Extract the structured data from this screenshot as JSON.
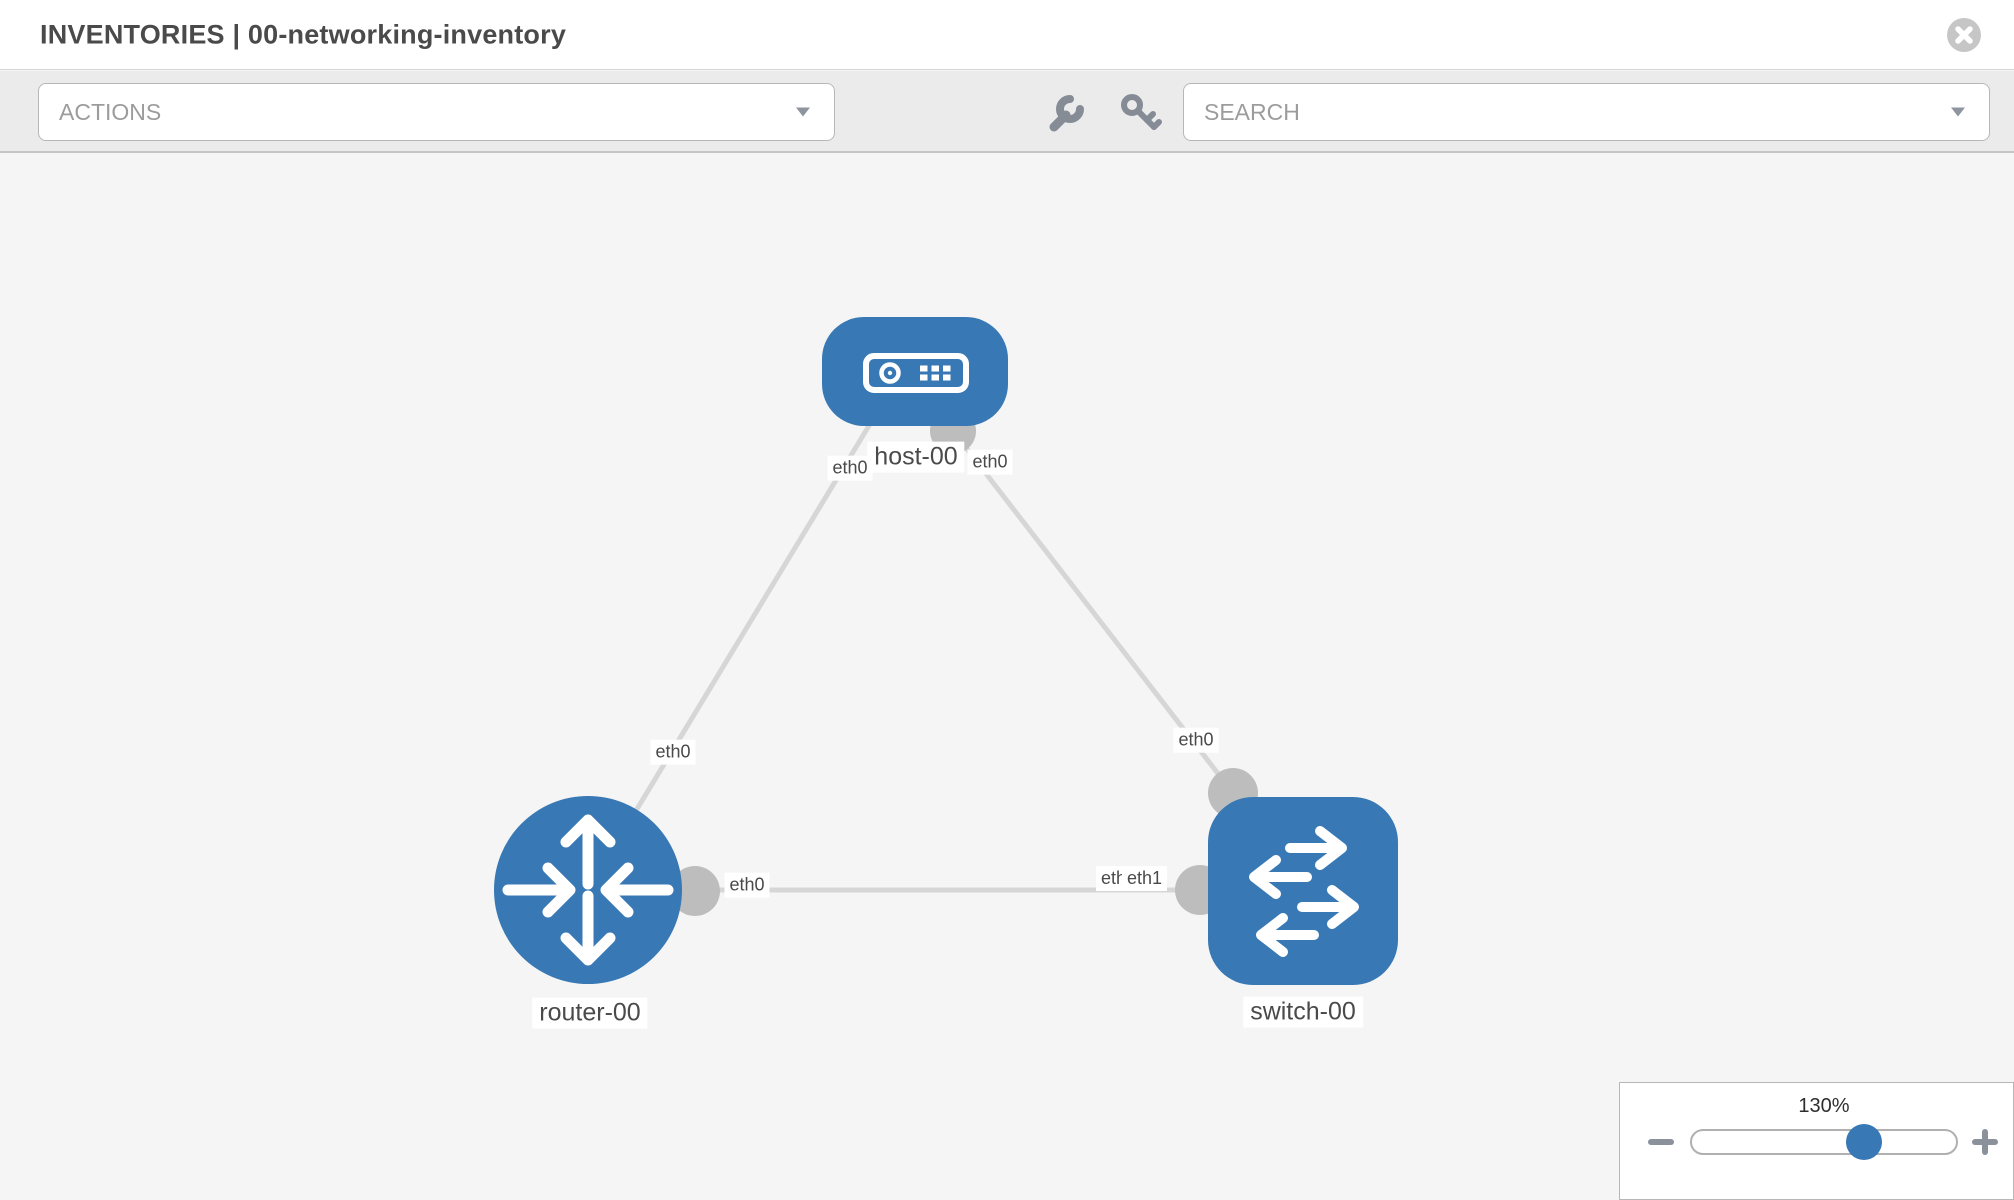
{
  "header": {
    "title": "INVENTORIES | 00-networking-inventory"
  },
  "toolbar": {
    "actions_placeholder": "ACTIONS",
    "search_placeholder": "SEARCH",
    "icons": [
      "wrench-icon",
      "key-icon"
    ]
  },
  "topology": {
    "nodes": [
      {
        "name": "host-00",
        "type": "host"
      },
      {
        "name": "router-00",
        "type": "router"
      },
      {
        "name": "switch-00",
        "type": "switch"
      }
    ],
    "links": [
      {
        "from": "host-00",
        "to": "router-00",
        "labels": [
          "eth0",
          "eth0"
        ]
      },
      {
        "from": "host-00",
        "to": "switch-00",
        "labels": [
          "eth0",
          "eth0"
        ]
      },
      {
        "from": "router-00",
        "to": "switch-00",
        "labels": [
          "eth0",
          "eth0",
          "eth1"
        ]
      }
    ]
  },
  "zoom_panel": {
    "level": "130%",
    "thumb_position_pct": 65
  },
  "colors": {
    "node_blue": "#3878b4",
    "link_gray": "#d6d6d6",
    "port_gray": "#bdbdbd",
    "canvas_bg": "#f5f5f5",
    "toolbar_bg": "#ebebeb"
  }
}
